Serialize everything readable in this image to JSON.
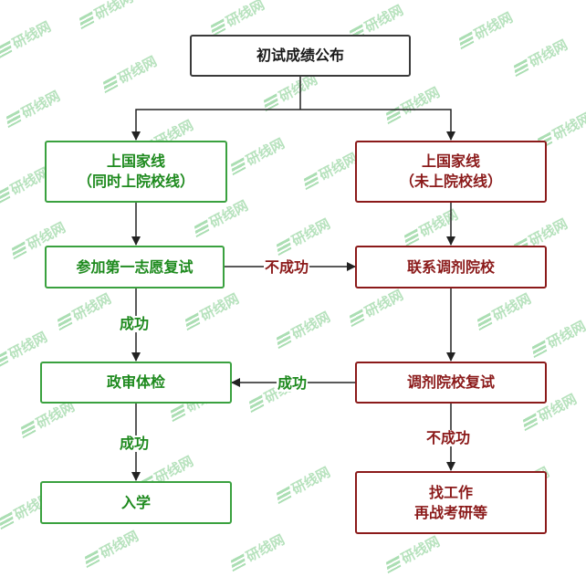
{
  "watermark": "研线网",
  "nodes": {
    "start": "初试成绩公布",
    "pass_both": {
      "line1": "上国家线",
      "line2": "（同时上院校线）"
    },
    "pass_national_only": {
      "line1": "上国家线",
      "line2": "（未上院校线）"
    },
    "first_choice_retest": "参加第一志愿复试",
    "contact_adjust": "联系调剂院校",
    "political_exam": "政审体检",
    "adjust_retest": "调剂院校复试",
    "enroll": "入学",
    "fallback": {
      "line1": "找工作",
      "line2": "再战考研等"
    }
  },
  "edge_labels": {
    "fail_first_choice": "不成功",
    "success_first_choice": "成功",
    "success_adjust": "成功",
    "success_exam": "成功",
    "fail_adjust": "不成功"
  },
  "colors": {
    "green": "#1e8a1e",
    "red": "#8b1a1a",
    "black": "#3a3a3a"
  }
}
